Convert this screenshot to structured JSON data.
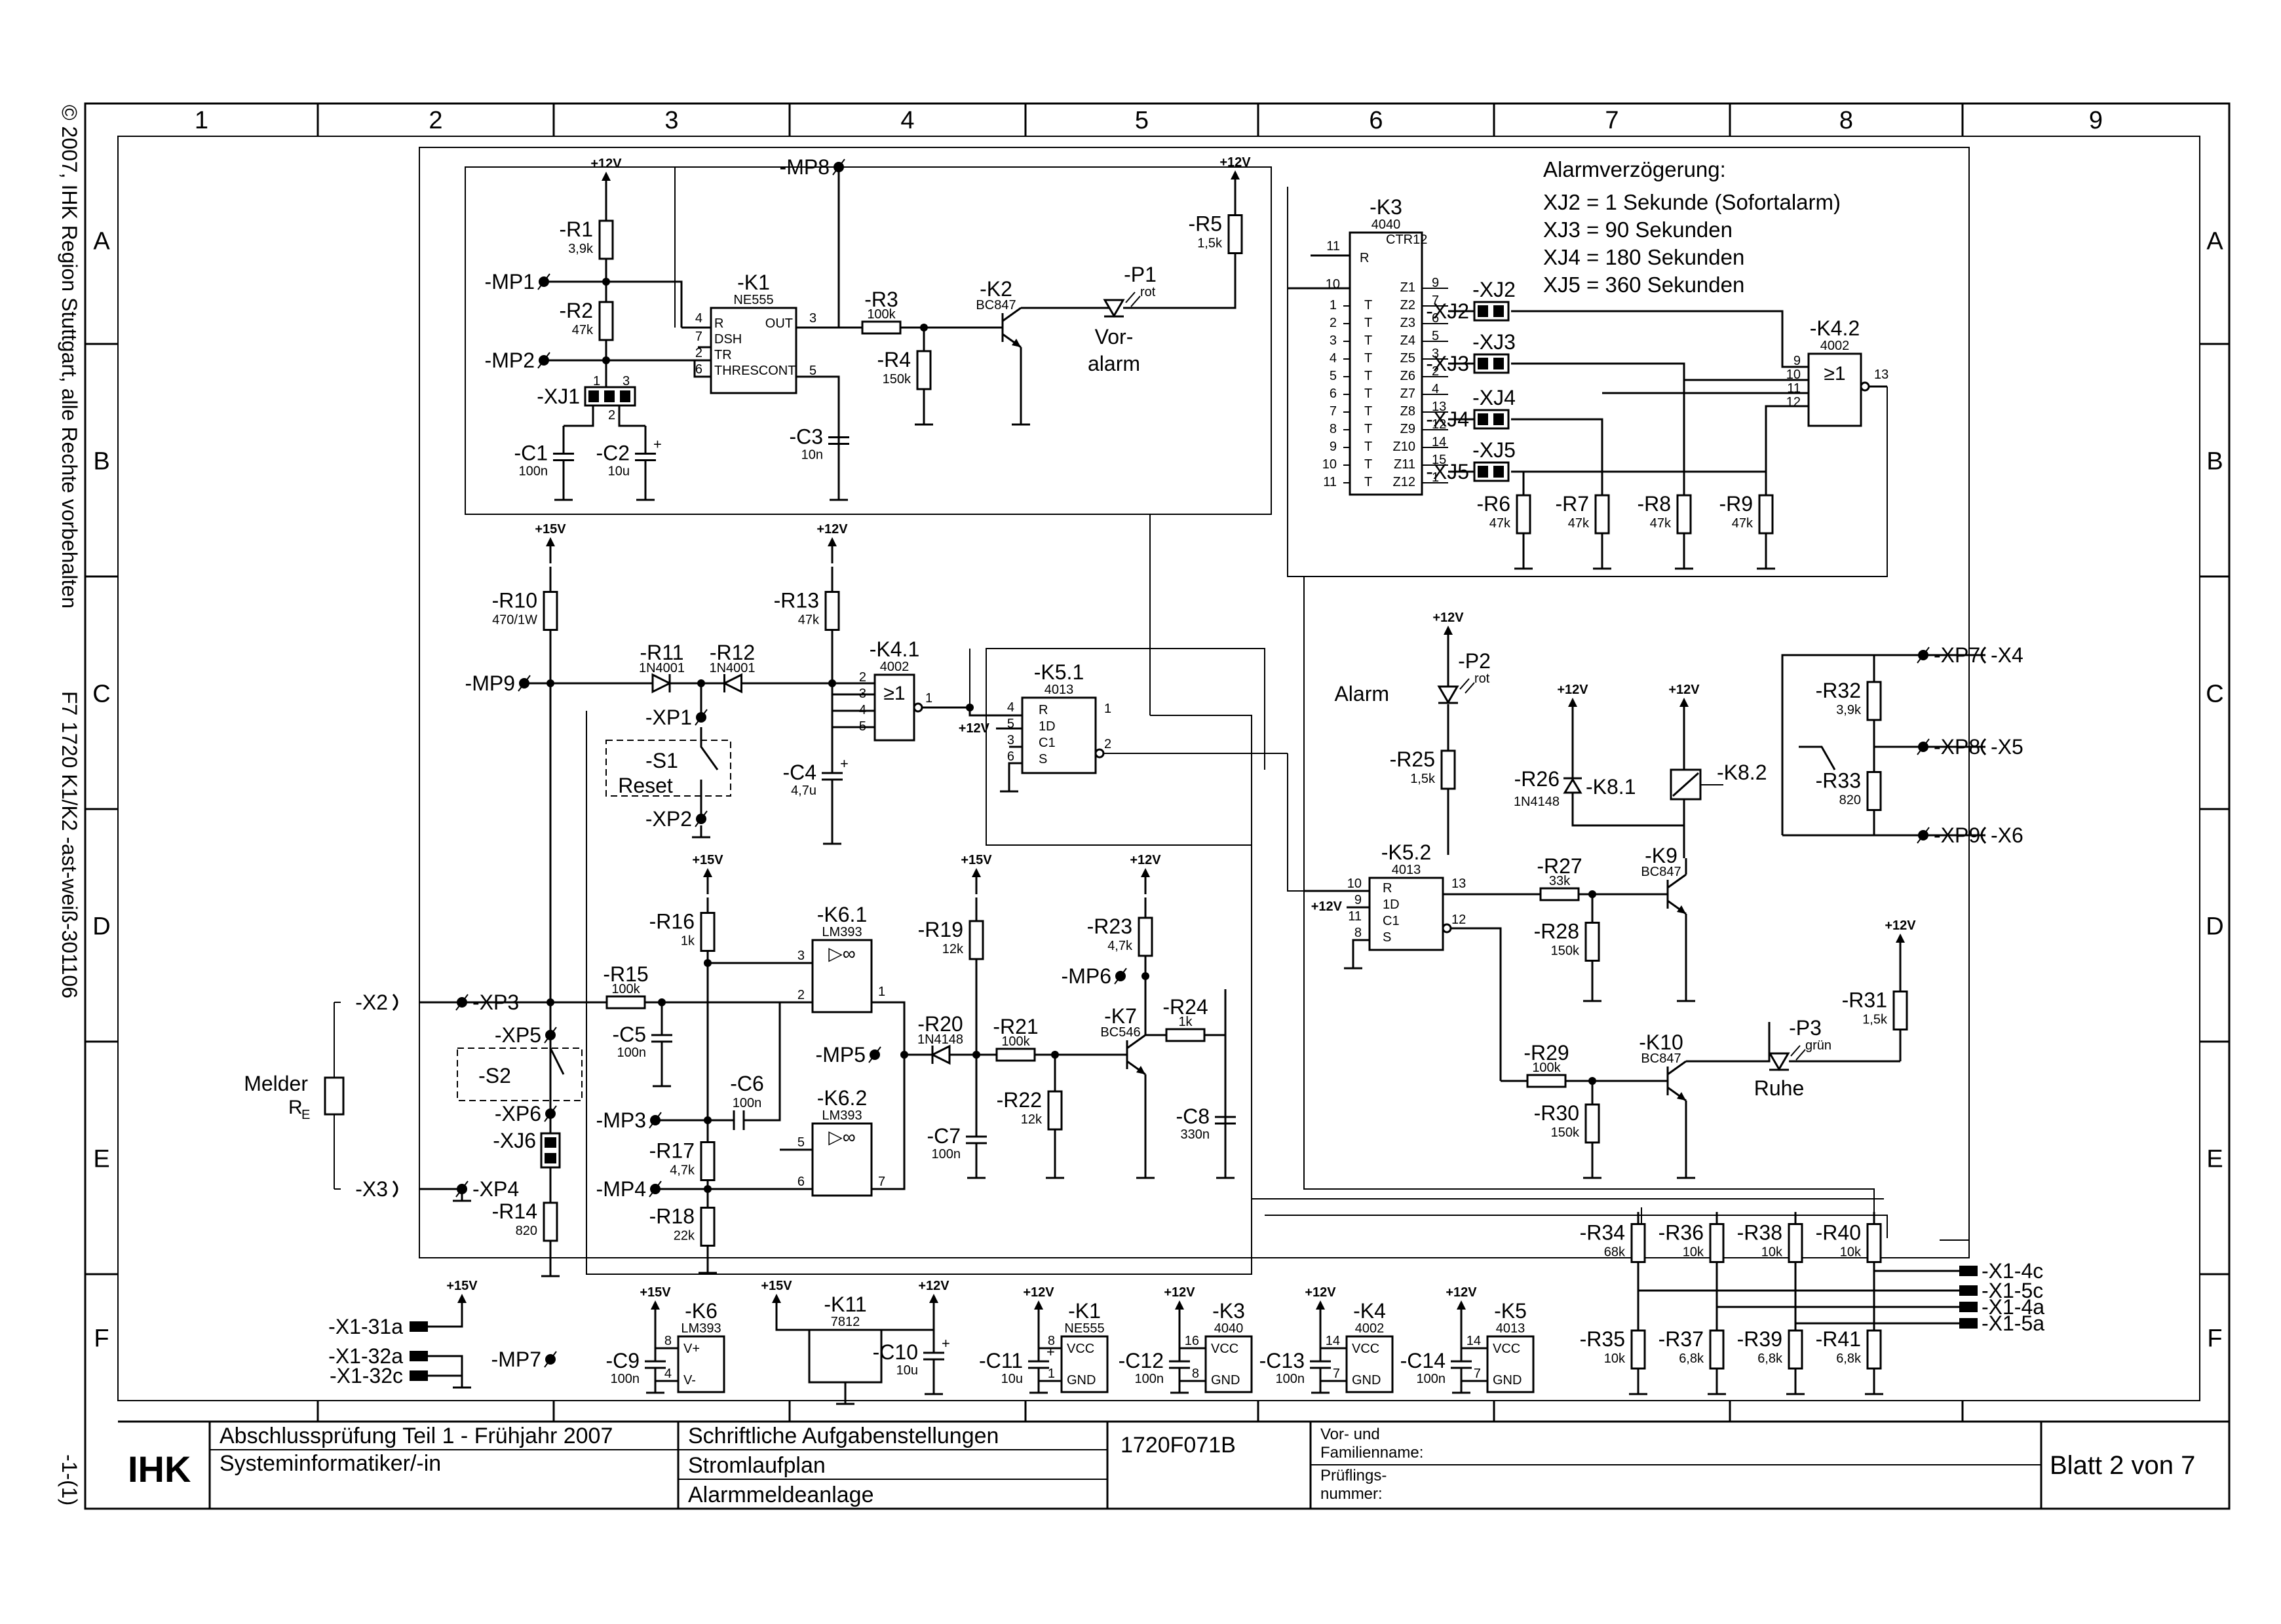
{
  "side": {
    "copyright": "© 2007, IHK Region Stuttgart, alle Rechte vorbehalten",
    "code": "F7 1720 K1/K2 -ast-weiß-301106",
    "page": "-1-(1)"
  },
  "zones": {
    "cols": [
      "1",
      "2",
      "3",
      "4",
      "5",
      "6",
      "7",
      "8",
      "9"
    ],
    "rows": [
      "A",
      "B",
      "C",
      "D",
      "E",
      "F"
    ]
  },
  "notes": {
    "title": "Alarmverzögerung:",
    "lines": [
      "XJ2 = 1 Sekunde (Sofortalarm)",
      "XJ3 = 90 Sekunden",
      "XJ4 = 180 Sekunden",
      "XJ5 = 360 Sekunden"
    ]
  },
  "rails": {
    "p12": "+12V",
    "p15": "+15V"
  },
  "parts": {
    "K1": {
      "ref": "-K1",
      "type": "NE555",
      "pins": [
        "4",
        "7",
        "2",
        "6",
        "3",
        "5"
      ],
      "pinnames": [
        "R",
        "DSH",
        "TR",
        "THRESCONT",
        "OUT"
      ]
    },
    "K2": {
      "ref": "-K2",
      "type": "BC847"
    },
    "K3": {
      "ref": "-K3",
      "type": "4040",
      "sub": "CTR12",
      "in_pins": [
        "11",
        "10"
      ],
      "out_pins": [
        "9",
        "7",
        "6",
        "5",
        "3",
        "2",
        "4",
        "13",
        "12",
        "14",
        "15",
        "1"
      ],
      "outs": [
        "Z1",
        "Z2",
        "Z3",
        "Z4",
        "Z5",
        "Z6",
        "Z7",
        "Z8",
        "Z9",
        "Z10",
        "Z11",
        "Z12"
      ]
    },
    "K41": {
      "ref": "-K4.1",
      "type": "4002",
      "sym": "≥1",
      "pins": [
        "2",
        "3",
        "4",
        "5",
        "1"
      ]
    },
    "K42": {
      "ref": "-K4.2",
      "type": "4002",
      "sym": "≥1",
      "pins": [
        "9",
        "10",
        "11",
        "12",
        "13"
      ]
    },
    "K51": {
      "ref": "-K5.1",
      "type": "4013",
      "pins": [
        "4",
        "5",
        "3",
        "6",
        "1",
        "2"
      ],
      "pinnames": [
        "R",
        "1D",
        "C1",
        "S"
      ]
    },
    "K52": {
      "ref": "-K5.2",
      "type": "4013",
      "pins": [
        "10",
        "9",
        "11",
        "8",
        "13",
        "12"
      ],
      "pinnames": [
        "R",
        "1D",
        "C1",
        "S"
      ]
    },
    "K61": {
      "ref": "-K6.1",
      "type": "LM393",
      "pins": [
        "3",
        "2",
        "1"
      ]
    },
    "K62": {
      "ref": "-K6.2",
      "type": "LM393",
      "pins": [
        "5",
        "6",
        "7"
      ]
    },
    "K7": {
      "ref": "-K7",
      "type": "BC546"
    },
    "K81": {
      "ref": "-K8.1"
    },
    "K82": {
      "ref": "-K8.2"
    },
    "K9": {
      "ref": "-K9",
      "type": "BC847"
    },
    "K10": {
      "ref": "-K10",
      "type": "BC847"
    },
    "P1": {
      "ref": "-P1",
      "color": "rot",
      "label": "Vor-\nalarm",
      "l1": "Vor-",
      "l2": "alarm"
    },
    "P2": {
      "ref": "-P2",
      "color": "rot",
      "label": "Alarm"
    },
    "P3": {
      "ref": "-P3",
      "color": "grün",
      "label": "Ruhe"
    },
    "S1": {
      "ref": "-S1",
      "label": "Reset"
    },
    "S2": {
      "ref": "-S2"
    },
    "melder": {
      "label": "Melder",
      "sym": "R",
      "sub": "E"
    },
    "R": {
      "R1": [
        "-R1",
        "3,9k"
      ],
      "R2": [
        "-R2",
        "47k"
      ],
      "R3": [
        "-R3",
        "100k"
      ],
      "R4": [
        "-R4",
        "150k"
      ],
      "R5": [
        "-R5",
        "1,5k"
      ],
      "R6": [
        "-R6",
        "47k"
      ],
      "R7": [
        "-R7",
        "47k"
      ],
      "R8": [
        "-R8",
        "47k"
      ],
      "R9": [
        "-R9",
        "47k"
      ],
      "R10": [
        "-R10",
        "470/1W"
      ],
      "R11": [
        "-R11",
        "1N4001"
      ],
      "R12": [
        "-R12",
        "1N4001"
      ],
      "R13": [
        "-R13",
        "47k"
      ],
      "R14": [
        "-R14",
        "820"
      ],
      "R15": [
        "-R15",
        "100k"
      ],
      "R16": [
        "-R16",
        "1k"
      ],
      "R17": [
        "-R17",
        "4,7k"
      ],
      "R18": [
        "-R18",
        "22k"
      ],
      "R19": [
        "-R19",
        "12k"
      ],
      "R20": [
        "-R20",
        "1N4148"
      ],
      "R21": [
        "-R21",
        "100k"
      ],
      "R22": [
        "-R22",
        "12k"
      ],
      "R23": [
        "-R23",
        "4,7k"
      ],
      "R24": [
        "-R24",
        "1k"
      ],
      "R25": [
        "-R25",
        "1,5k"
      ],
      "R26": [
        "-R26",
        "1N4148"
      ],
      "R27": [
        "-R27",
        "33k"
      ],
      "R28": [
        "-R28",
        "150k"
      ],
      "R29": [
        "-R29",
        "100k"
      ],
      "R30": [
        "-R30",
        "150k"
      ],
      "R31": [
        "-R31",
        "1,5k"
      ],
      "R32": [
        "-R32",
        "3,9k"
      ],
      "R33": [
        "-R33",
        "820"
      ],
      "R34": [
        "-R34",
        "68k"
      ],
      "R35": [
        "-R35",
        "10k"
      ],
      "R36": [
        "-R36",
        "10k"
      ],
      "R37": [
        "-R37",
        "6,8k"
      ],
      "R38": [
        "-R38",
        "10k"
      ],
      "R39": [
        "-R39",
        "6,8k"
      ],
      "R40": [
        "-R40",
        "10k"
      ],
      "R41": [
        "-R41",
        "6,8k"
      ]
    },
    "C": {
      "C1": [
        "-C1",
        "100n"
      ],
      "C2": [
        "-C2",
        "10u"
      ],
      "C3": [
        "-C3",
        "10n"
      ],
      "C4": [
        "-C4",
        "4,7u"
      ],
      "C5": [
        "-C5",
        "100n"
      ],
      "C6": [
        "-C6",
        "100n"
      ],
      "C7": [
        "-C7",
        "100n"
      ],
      "C8": [
        "-C8",
        "330n"
      ],
      "C9": [
        "-C9",
        "100n"
      ],
      "C10": [
        "-C10",
        "10u"
      ],
      "C11": [
        "-C11",
        "10u"
      ],
      "C12": [
        "-C12",
        "100n"
      ],
      "C13": [
        "-C13",
        "100n"
      ],
      "C14": [
        "-C14",
        "100n"
      ]
    },
    "MP": [
      "-MP1",
      "-MP2",
      "-MP3",
      "-MP4",
      "-MP5",
      "-MP6",
      "-MP7",
      "-MP8",
      "-MP9"
    ],
    "XJ": [
      "-XJ1",
      "-XJ2",
      "-XJ3",
      "-XJ4",
      "-XJ5",
      "-XJ6"
    ],
    "XP": [
      "-XP1",
      "-XP2",
      "-XP3",
      "-XP4",
      "-XP5",
      "-XP6",
      "-XP7",
      "-XP8",
      "-XP9"
    ],
    "X": [
      "-X2",
      "-X3",
      "-X4",
      "-X5",
      "-X6"
    ],
    "X1": [
      "-X1-31a",
      "-X1-32a",
      "-X1-32c",
      "-X1-4c",
      "-X1-5c",
      "-X1-4a",
      "-X1-5a"
    ],
    "supply": {
      "K6": [
        "-K6",
        "LM393",
        "V+",
        "V-",
        "8",
        "4"
      ],
      "K11": [
        "-K11",
        "7812"
      ],
      "K1": [
        "-K1",
        "NE555",
        "VCC",
        "GND",
        "8",
        "1"
      ],
      "K3": [
        "-K3",
        "4040",
        "VCC",
        "GND",
        "16",
        "8"
      ],
      "K4": [
        "-K4",
        "4002",
        "VCC",
        "GND",
        "14",
        "7"
      ],
      "K5": [
        "-K5",
        "4013",
        "VCC",
        "GND",
        "14",
        "7"
      ]
    }
  },
  "title_block": {
    "logo": "IHK",
    "exam": "Abschlussprüfung Teil 1 - Frühjahr 2007",
    "job": "Systeminformatiker/-in",
    "t1": "Schriftliche Aufgabenstellungen",
    "t2": "Stromlaufplan",
    "t3": "Alarmmeldeanlage",
    "code": "1720F071B",
    "name_label": "Vor- und\nFamilienname:",
    "name_l1": "Vor- und",
    "name_l2": "Familienname:",
    "num_l1": "Prüflings-",
    "num_l2": "nummer:",
    "sheet": "Blatt 2 von 7"
  }
}
